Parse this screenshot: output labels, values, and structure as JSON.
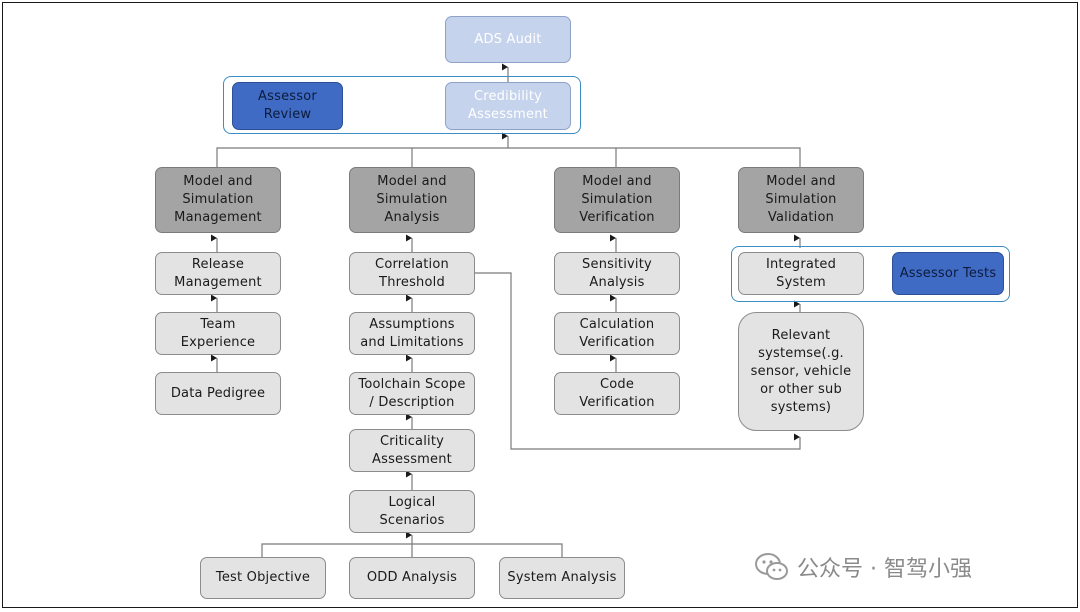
{
  "nodes": {
    "ads_audit": "ADS Audit",
    "assessor_review": "Assessor\nReview",
    "credibility_assessment": "Credibility\nAssessment",
    "ms_management": "Model and\nSimulation\nManagement",
    "ms_analysis": "Model and\nSimulation\nAnalysis",
    "ms_verification": "Model and\nSimulation\nVerification",
    "ms_validation": "Model and\nSimulation\nValidation",
    "release_management": "Release\nManagement",
    "team_experience": "Team\nExperience",
    "data_pedigree": "Data Pedigree",
    "correlation_threshold": "Correlation\nThreshold",
    "assumptions_limitations": "Assumptions\nand Limitations",
    "toolchain_scope": "Toolchain Scope\n/ Description",
    "criticality_assessment": "Criticality\nAssessment",
    "logical_scenarios": "Logical\nScenarios",
    "test_objective": "Test Objective",
    "odd_analysis": "ODD Analysis",
    "system_analysis": "System Analysis",
    "sensitivity_analysis": "Sensitivity\nAnalysis",
    "calculation_verification": "Calculation\nVerification",
    "code_verification": "Code\nVerification",
    "integrated_system": "Integrated\nSystem",
    "assessor_tests": "Assessor Tests",
    "relevant_systems": "Relevant\nsystemse(.g.\nsensor, vehicle\nor other sub\nsystems)"
  },
  "watermark": {
    "text": "公众号 · 智驾小强",
    "icon": "wechat-icon"
  },
  "colors": {
    "node_light": "#e3e3e3",
    "node_dark": "#a4a4a4",
    "node_light_blue": "#c6d3ec",
    "node_dark_blue": "#3f6bc5",
    "group_outline": "#3b8dc4",
    "connector": "#7a7a7a"
  }
}
